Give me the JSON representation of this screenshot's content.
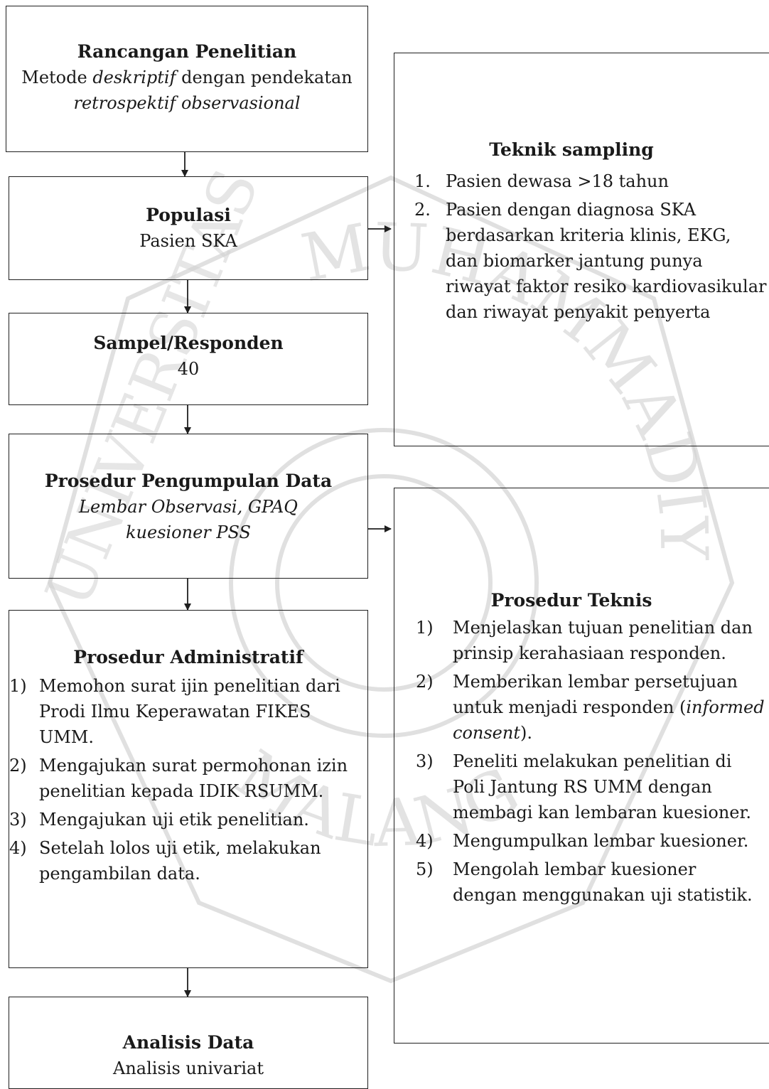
{
  "design": {
    "title": "Rancangan Penelitian",
    "line1_a": "Metode ",
    "line1_b": "deskriptif",
    "line1_c": " dengan pendekatan",
    "line2": "retrospektif observasional"
  },
  "population": {
    "title": "Populasi",
    "text": "Pasien SKA"
  },
  "sample": {
    "title": "Sampel/Responden",
    "text": "40"
  },
  "collection": {
    "title": "Prosedur Pengumpulan Data",
    "line1": "Lembar Observasi, GPAQ",
    "line2": "kuesioner PSS"
  },
  "admin": {
    "title": "Prosedur Administratif",
    "items": [
      {
        "num": "1)",
        "line1": "Memohon surat ijin penelitian dari",
        "line2": "Prodi Ilmu Keperawatan FIKES",
        "line3": "UMM."
      },
      {
        "num": "2)",
        "line1": "Mengajukan surat permohonan izin",
        "line2": "penelitian kepada IDIK RSUMM."
      },
      {
        "num": "3)",
        "line1": "Mengajukan uji etik penelitian."
      },
      {
        "num": "4)",
        "line1": "Setelah lolos uji etik, melakukan",
        "line2": "pengambilan data."
      }
    ]
  },
  "analysis": {
    "title": "Analisis Data",
    "text": "Analisis univariat"
  },
  "sampling": {
    "title": "Teknik sampling",
    "items": [
      {
        "num": "1.",
        "line1": "Pasien dewasa >18 tahun"
      },
      {
        "num": "2.",
        "line1": "Pasien dengan diagnosa SKA",
        "line2": "berdasarkan kriteria klinis, EKG,",
        "line3": "dan biomarker jantung punya",
        "line4": "riwayat faktor resiko kardiovasikular",
        "line5": "dan riwayat penyakit penyerta"
      }
    ]
  },
  "technical": {
    "title": "Prosedur Teknis",
    "items": [
      {
        "num": "1)",
        "line1": "Menjelaskan tujuan penelitian dan",
        "line2": "prinsip kerahasiaan responden."
      },
      {
        "num": "2)",
        "line1": "Memberikan lembar persetujuan",
        "line2a": "untuk menjadi responden (",
        "line2b": "informed",
        "line3a": "consent",
        "line3b": ")."
      },
      {
        "num": "3)",
        "line1": "Peneliti melakukan penelitian di",
        "line2": "Poli Jantung RS UMM dengan",
        "line3": "membagi kan lembaran kuesioner."
      },
      {
        "num": "4)",
        "line1": "Mengumpulkan lembar kuesioner."
      },
      {
        "num": "5)",
        "line1": "Mengolah lembar kuesioner",
        "line2": "dengan menggunakan uji statistik."
      }
    ]
  },
  "watermark": {
    "top": "MUHAMMADIYAH",
    "bottom": "MALANG",
    "left": "UNIVERSITAS"
  },
  "colors": {
    "border": "#1f1f1f",
    "text": "#1a1a1a",
    "watermark": "#c8c8c8"
  }
}
